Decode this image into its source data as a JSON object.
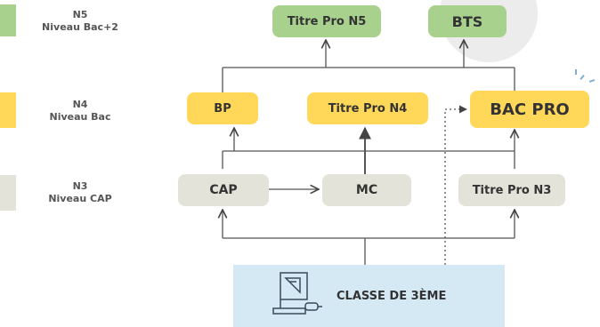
{
  "legend": [
    {
      "level": "N5",
      "label": "Niveau Bac+2",
      "color": "#a9d18e"
    },
    {
      "level": "N4",
      "label": "Niveau Bac",
      "color": "#ffd85a"
    },
    {
      "level": "N3",
      "label": "Niveau CAP",
      "color": "#e3e3d9"
    }
  ],
  "nodes": {
    "titre_pro_n5": "Titre Pro N5",
    "bts": "BTS",
    "bp": "BP",
    "titre_pro_n4": "Titre Pro N4",
    "bac_pro": "BAC PRO",
    "cap": "CAP",
    "mc": "MC",
    "titre_pro_n3": "Titre Pro N3",
    "classe_3eme": "CLASSE DE 3ÈME"
  },
  "icon": "technical-drawing-icon"
}
